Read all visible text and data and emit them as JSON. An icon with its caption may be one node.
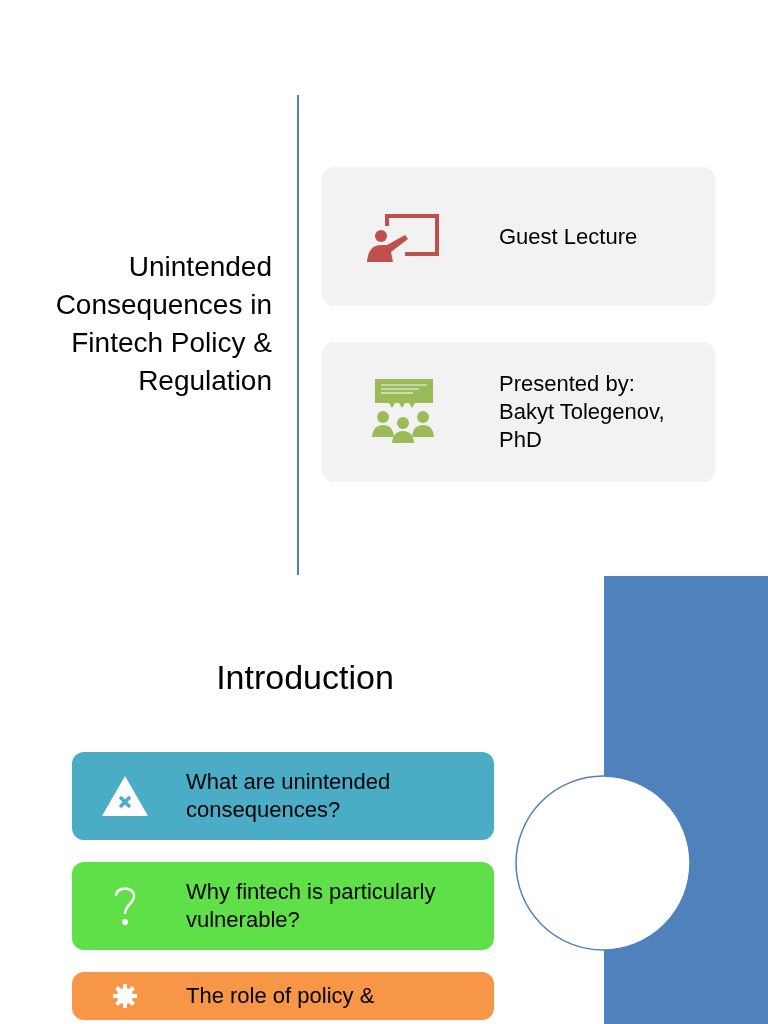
{
  "diagram": {
    "title": "Unintended Consequences in Fintech Policy & Regulation",
    "nodes": [
      {
        "text": [
          "Guest Lecture"
        ]
      },
      {
        "text": [
          "Presented by: Bakyt Tolegenov, PhD"
        ]
      },
      {
        "text": [
          "What are unintended consequences?"
        ]
      },
      {
        "text": [
          "Why fintech is particularly vulnerable?"
        ]
      },
      {
        "text": [
          "The role of policy &"
        ]
      },
      {
        "text": [],
        "shape": "circle"
      }
    ],
    "labels": [
      "Introduction"
    ]
  }
}
